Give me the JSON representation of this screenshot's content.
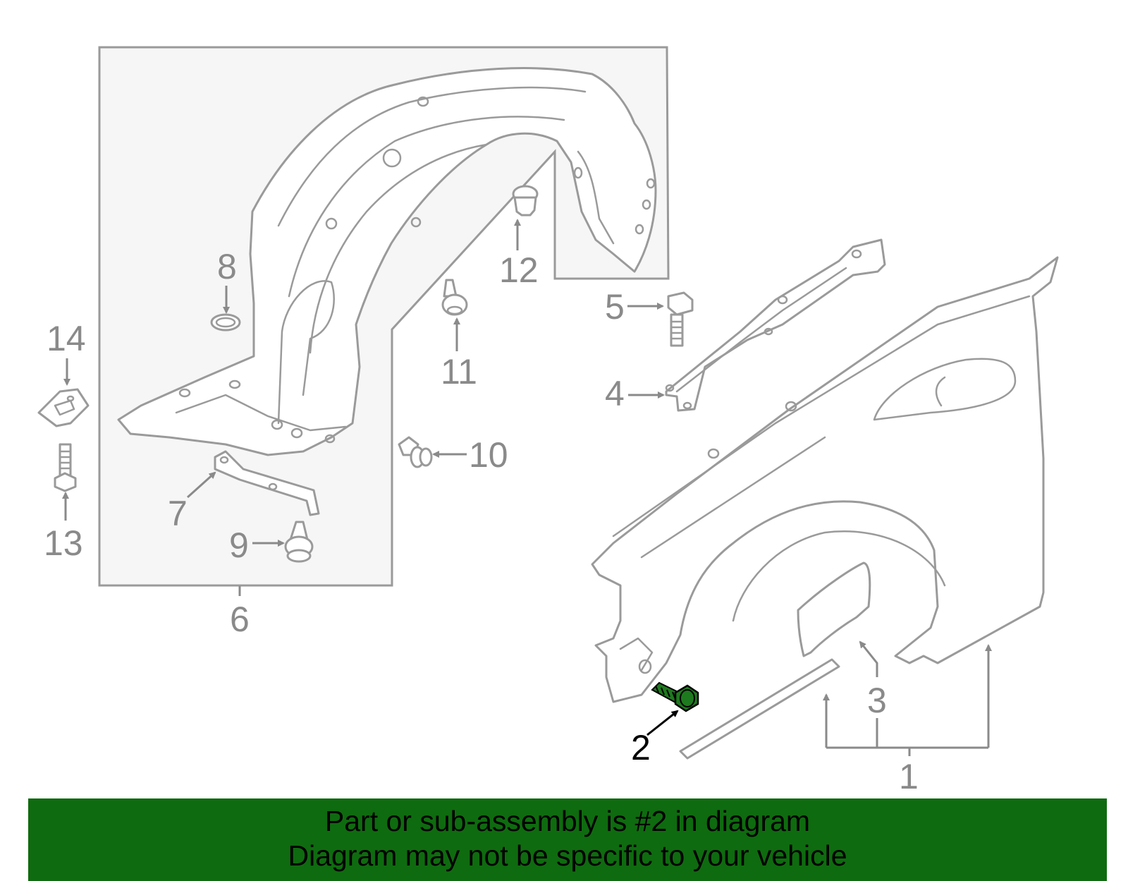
{
  "callouts": [
    {
      "id": "1",
      "label": "1"
    },
    {
      "id": "2",
      "label": "2"
    },
    {
      "id": "3",
      "label": "3"
    },
    {
      "id": "4",
      "label": "4"
    },
    {
      "id": "5",
      "label": "5"
    },
    {
      "id": "6",
      "label": "6"
    },
    {
      "id": "7",
      "label": "7"
    },
    {
      "id": "8",
      "label": "8"
    },
    {
      "id": "9",
      "label": "9"
    },
    {
      "id": "10",
      "label": "10"
    },
    {
      "id": "11",
      "label": "11"
    },
    {
      "id": "12",
      "label": "12"
    },
    {
      "id": "13",
      "label": "13"
    },
    {
      "id": "14",
      "label": "14"
    }
  ],
  "highlighted_part": "2",
  "colors": {
    "highlight": "#1e7a1e",
    "banner": "#0f6b0f",
    "line": "#9a9a9a",
    "subassembly_fill": "#f6f6f6"
  },
  "banner": {
    "line1": "Part or sub-assembly is #2 in diagram",
    "line2": "Diagram may not be specific to your vehicle"
  }
}
